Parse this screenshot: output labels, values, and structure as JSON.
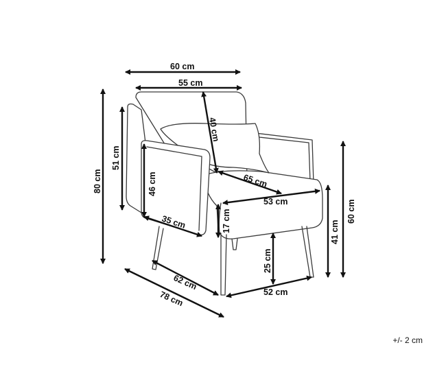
{
  "diagram": {
    "dimensions": {
      "overall_width": "60 cm",
      "back_width": "55 cm",
      "back_height": "40 cm",
      "backrest_height": "51 cm",
      "total_height": "80 cm",
      "armrest_height": "46 cm",
      "seat_width": "65 cm",
      "seat_depth_front": "53 cm",
      "armrest_depth": "35 cm",
      "seat_thickness": "17 cm",
      "leg_height": "25 cm",
      "seat_height": "41 cm",
      "arm_total_height": "60 cm",
      "base_depth": "62 cm",
      "overall_depth": "78 cm",
      "base_width": "52 cm"
    },
    "tolerance": "+/- 2 cm"
  }
}
